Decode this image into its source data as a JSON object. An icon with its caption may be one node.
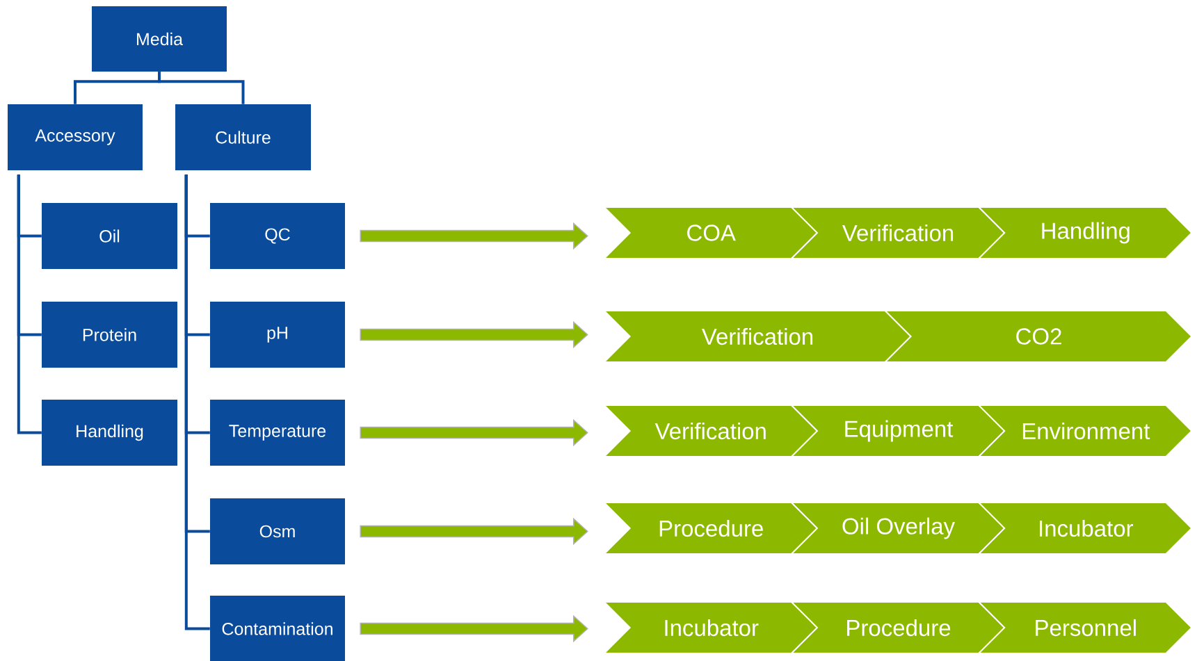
{
  "diagram": {
    "nodes": [
      {
        "text": [
          "Media"
        ]
      },
      {
        "text": [
          "Accessory"
        ]
      },
      {
        "text": [
          "Culture"
        ]
      },
      {
        "text": [
          "Oil"
        ]
      },
      {
        "text": [
          "Protein"
        ]
      },
      {
        "text": [
          "Handling"
        ]
      },
      {
        "text": [
          "QC"
        ]
      },
      {
        "text": [
          "pH"
        ]
      },
      {
        "text": [
          "Temperature"
        ]
      },
      {
        "text": [
          "Osm"
        ]
      },
      {
        "text": [
          "Contamination"
        ]
      },
      {
        "text": [
          "COA"
        ]
      },
      {
        "text": [
          "Verification"
        ]
      },
      {
        "text": [
          "Handling"
        ]
      },
      {
        "text": [
          "Verification"
        ]
      },
      {
        "text": [
          "CO2"
        ]
      },
      {
        "text": [
          "Verification"
        ]
      },
      {
        "text": [
          "Equipment"
        ]
      },
      {
        "text": [
          "Environment"
        ]
      },
      {
        "text": [
          "Procedure"
        ]
      },
      {
        "text": [
          "Oil Overlay"
        ]
      },
      {
        "text": [
          "Incubator"
        ]
      },
      {
        "text": [
          "Incubator"
        ]
      },
      {
        "text": [
          "Procedure"
        ]
      },
      {
        "text": [
          "Personnel"
        ]
      }
    ],
    "edges": [
      {
        "from": 0,
        "to": 1,
        "arrow": "none"
      },
      {
        "from": 0,
        "to": 2,
        "arrow": "none"
      },
      {
        "from": 1,
        "to": 3,
        "arrow": "none"
      },
      {
        "from": 1,
        "to": 4,
        "arrow": "none"
      },
      {
        "from": 1,
        "to": 5,
        "arrow": "none"
      },
      {
        "from": 2,
        "to": 6,
        "arrow": "none"
      },
      {
        "from": 2,
        "to": 7,
        "arrow": "none"
      },
      {
        "from": 2,
        "to": 8,
        "arrow": "none"
      },
      {
        "from": 2,
        "to": 9,
        "arrow": "none"
      },
      {
        "from": 2,
        "to": 10,
        "arrow": "none"
      },
      {
        "from": 6,
        "to": 11,
        "arrow": "to",
        "style": "thick",
        "color": "#8cb800"
      },
      {
        "from": 7,
        "to": 14,
        "arrow": "to",
        "style": "thick",
        "color": "#8cb800"
      },
      {
        "from": 8,
        "to": 16,
        "arrow": "to",
        "style": "thick",
        "color": "#8cb800"
      },
      {
        "from": 9,
        "to": 19,
        "arrow": "to",
        "style": "thick",
        "color": "#8cb800"
      },
      {
        "from": 10,
        "to": 22,
        "arrow": "to",
        "style": "thick",
        "color": "#8cb800"
      }
    ]
  }
}
